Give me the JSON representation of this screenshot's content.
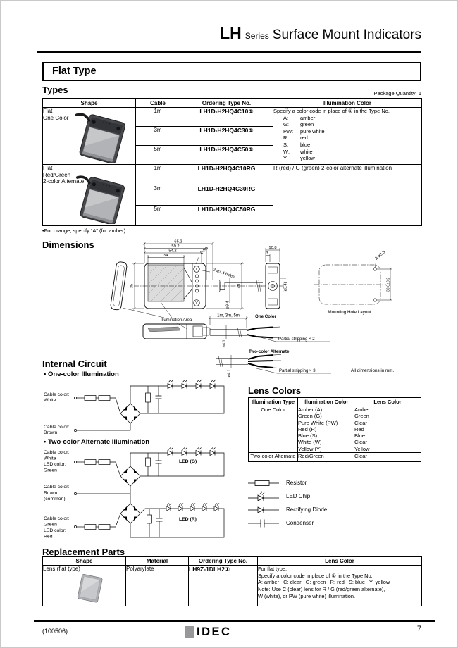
{
  "header": {
    "series": "LH",
    "series_suffix": "Series",
    "title": "Surface Mount Indicators"
  },
  "flat_type": {
    "label": "Flat Type"
  },
  "types": {
    "heading": "Types",
    "package_quantity": "Package Quantity: 1",
    "columns": [
      "Shape",
      "Cable",
      "Ordering Type No.",
      "Illumination Color"
    ],
    "groups": [
      {
        "shape_lines": [
          "Flat",
          "One Color"
        ],
        "rows": [
          {
            "cable": "1m",
            "type_no": "LH1D-H2HQ4C10①"
          },
          {
            "cable": "3m",
            "type_no": "LH1D-H2HQ4C30①"
          },
          {
            "cable": "5m",
            "type_no": "LH1D-H2HQ4C50①"
          }
        ],
        "illumination_intro": "Specify a color code in place of ① in the Type No.",
        "color_codes": [
          {
            "code": "A:",
            "name": "amber"
          },
          {
            "code": "G:",
            "name": "green"
          },
          {
            "code": "PW:",
            "name": "pure white"
          },
          {
            "code": "R:",
            "name": "red"
          },
          {
            "code": "S:",
            "name": "blue"
          },
          {
            "code": "W:",
            "name": "white"
          },
          {
            "code": "Y:",
            "name": "yellow"
          }
        ]
      },
      {
        "shape_lines": [
          "Flat",
          "Red/Green",
          "2-color Alternate"
        ],
        "rows": [
          {
            "cable": "1m",
            "type_no": "LH1D-H2HQ4C10RG"
          },
          {
            "cable": "3m",
            "type_no": "LH1D-H2HQ4C30RG"
          },
          {
            "cable": "5m",
            "type_no": "LH1D-H2HQ4C50RG"
          }
        ],
        "illumination_note": "R (red) / G (green) 2-color alternate illumination"
      }
    ],
    "footnote": "•For orange, specify “A” (for amber)."
  },
  "dimensions": {
    "heading": "Dimensions",
    "labels": {
      "w_total": "65.2",
      "w_body": "59.2",
      "w_front": "54.2",
      "w_lens": "34",
      "h_lens": "35",
      "h_mount": "40",
      "cable_dia": "ø9.4",
      "corner": "2-R6",
      "holes": "2-ø3.4 holes",
      "side_w": "10.8",
      "side_off": "3",
      "side_hole": "(ø3.4)",
      "mh_holes": "2-ø3.5",
      "mh_pitch": "30.6±0.2",
      "mh_caption": "Mounting Hole Layout",
      "illum_area": "Illumination Area",
      "cable_len": "1m, 3m, 5m",
      "one_color": "One Color",
      "strip2": "Partial stripping × 2",
      "two_color": "Two-color Alternate",
      "strip3": "Partial stripping × 3",
      "cable_dia2": "ø4.1",
      "cable_dia3": "ø4.1",
      "note": "All dimensions in mm."
    }
  },
  "internal_circuit": {
    "heading": "Internal Circuit",
    "one_color": {
      "heading": "• One-color Illumination",
      "labels": {
        "white": [
          "Cable color:",
          "White"
        ],
        "brown": [
          "Cable color:",
          "Brown"
        ]
      }
    },
    "two_color": {
      "heading": "• Two-color Alternate Illumination",
      "labels": {
        "white_green": [
          "Cable color:",
          "White",
          "LED color:",
          "Green"
        ],
        "brown_common": [
          "Cable color:",
          "Brown",
          "(common)"
        ],
        "green_red": [
          "Cable color:",
          "Green",
          "LED color:",
          "Red"
        ],
        "led_g": "LED (G)",
        "led_r": "LED (R)"
      }
    }
  },
  "lens_colors": {
    "heading": "Lens Colors",
    "columns": [
      "Illumination Type",
      "Illumination Color",
      "Lens Color"
    ],
    "rows": [
      {
        "type": "One Color",
        "colors": [
          "Amber (A)",
          "Green (G)",
          "Pure White (PW)",
          "Red (R)",
          "Blue (S)",
          "White (W)",
          "Yellow (Y)"
        ],
        "lens": [
          "Amber",
          "Green",
          "Clear",
          "Red",
          "Blue",
          "Clear",
          "Yellow"
        ]
      },
      {
        "type": "Two-color Alternate",
        "colors": [
          "Red/Green"
        ],
        "lens": [
          "Clear"
        ]
      }
    ]
  },
  "legend": {
    "items": [
      {
        "label": "Resistor"
      },
      {
        "label": "LED Chip"
      },
      {
        "label": "Rectifying Diode"
      },
      {
        "label": "Condenser"
      }
    ]
  },
  "replacement": {
    "heading": "Replacement Parts",
    "columns": [
      "Shape",
      "Material",
      "Ordering Type No.",
      "Lens Color"
    ],
    "row": {
      "shape": "Lens (flat type)",
      "material": "Polyarylate",
      "type_no": "LH9Z-1DLH2①",
      "lens_lines": [
        "For flat type.",
        "Specify a color code in place of ① in the Type No.",
        "A: amber   C: clear   G: green   R: red   S: blue   Y: yellow",
        "Note: Use C (clear) lens for R / G (red/green alternate),",
        "W (white), or PW (pure white) illumination."
      ]
    }
  },
  "footer": {
    "date_code": "(100506)",
    "brand": "IDEC",
    "page": "7"
  }
}
